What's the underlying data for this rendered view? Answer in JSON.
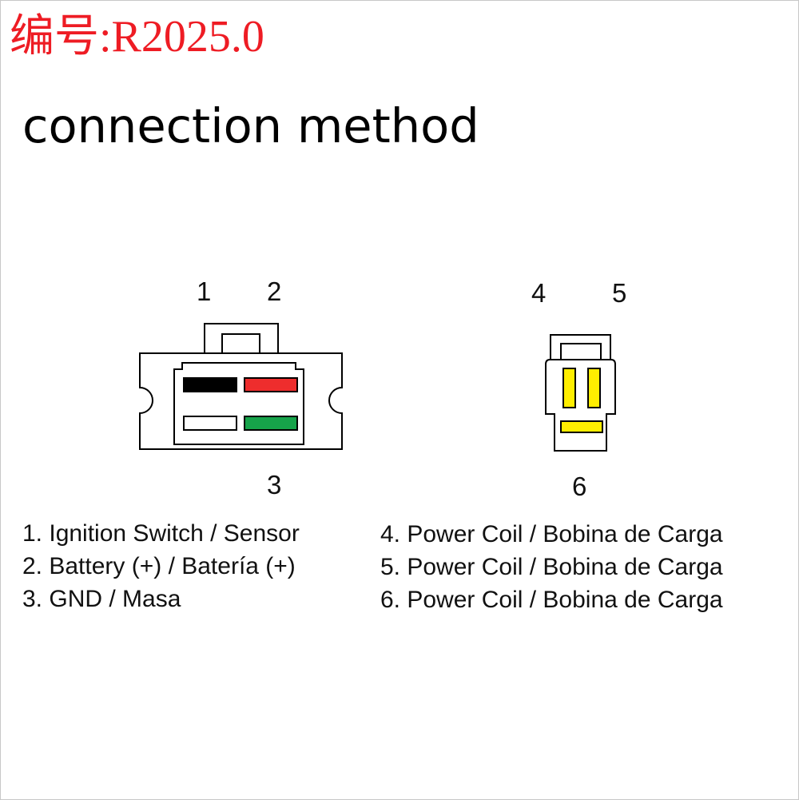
{
  "header": {
    "code_label": "编号:R2025.0",
    "title": "connection method"
  },
  "connector_a": {
    "pins": {
      "p1": "1",
      "p2": "2",
      "p3": "3"
    },
    "wire_colors": {
      "pin1": "#000000",
      "pin2": "#ee2d2d",
      "pin3": "#ffffff",
      "pin_extra": "#16a34a"
    }
  },
  "connector_b": {
    "pins": {
      "p4": "4",
      "p5": "5",
      "p6": "6"
    },
    "wire_color": "#ffee00"
  },
  "legend": {
    "left": [
      "1. Ignition Switch / Sensor",
      "2. Battery (+) / Batería (+)",
      "3. GND / Masa"
    ],
    "right": [
      "4. Power Coil / Bobina de Carga",
      "5. Power Coil / Bobina de Carga",
      "6. Power Coil / Bobina de Carga"
    ]
  }
}
